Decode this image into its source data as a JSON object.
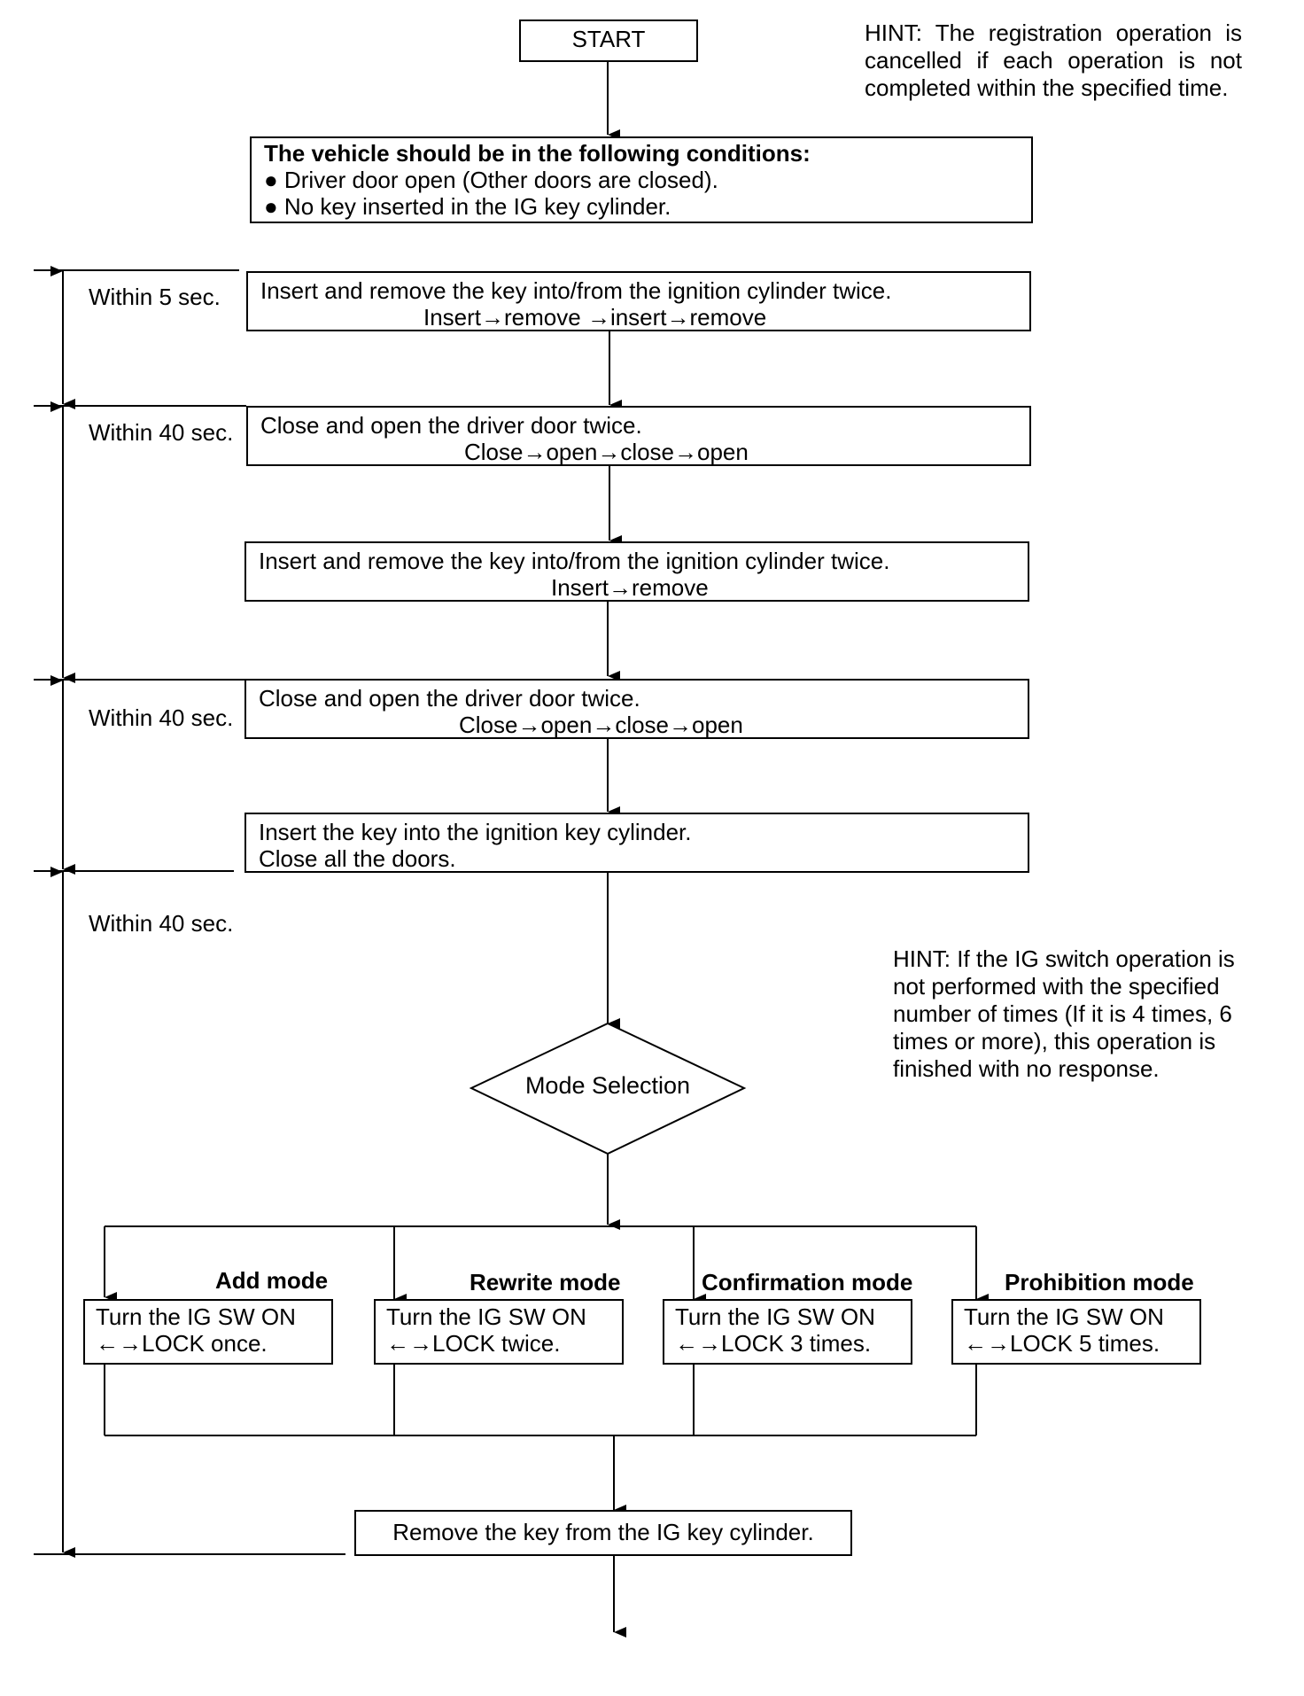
{
  "start": "START",
  "hint_top": "HINT: The registration operation is cancelled if each operation is not completed within the specified time.",
  "conditions": {
    "title": "The vehicle should be in the following conditions:",
    "items": [
      "● Driver door open (Other doors are closed).",
      "● No key inserted in the IG key cylinder."
    ]
  },
  "steps": [
    {
      "line1": "Insert and remove the key into/from the ignition cylinder twice.",
      "line2": "Insert→remove →insert→remove"
    },
    {
      "line1": "Close and open the driver door twice.",
      "line2": "Close→open→close→open"
    },
    {
      "line1": "Insert and remove the key into/from the ignition cylinder twice.",
      "line2": "Insert→remove"
    },
    {
      "line1": "Close and open the driver door twice.",
      "line2": "Close→open→close→open"
    },
    {
      "line1": "Insert the key into the ignition key cylinder.",
      "line2": "Close all the doors."
    }
  ],
  "timers": [
    "Within 5 sec.",
    "Within 40 sec.",
    "Within 40 sec.",
    "Within 40 sec."
  ],
  "hint_mode": "HINT: If the IG switch operation is not performed with the specified number of times (If it is 4 times, 6 times or more), this operation is finished with no response.",
  "decision": "Mode Selection",
  "modes": [
    {
      "label": "Add mode",
      "line1": "Turn the IG SW ON",
      "line2": "←→LOCK once."
    },
    {
      "label": "Rewrite mode",
      "line1": "Turn the IG SW ON",
      "line2": "←→LOCK twice."
    },
    {
      "label": "Confirmation mode",
      "line1": "Turn the IG SW ON",
      "line2": "←→LOCK 3 times."
    },
    {
      "label": "Prohibition mode",
      "line1": "Turn the IG SW ON",
      "line2": "←→LOCK 5 times."
    }
  ],
  "final_step": "Remove the key from the IG key cylinder."
}
